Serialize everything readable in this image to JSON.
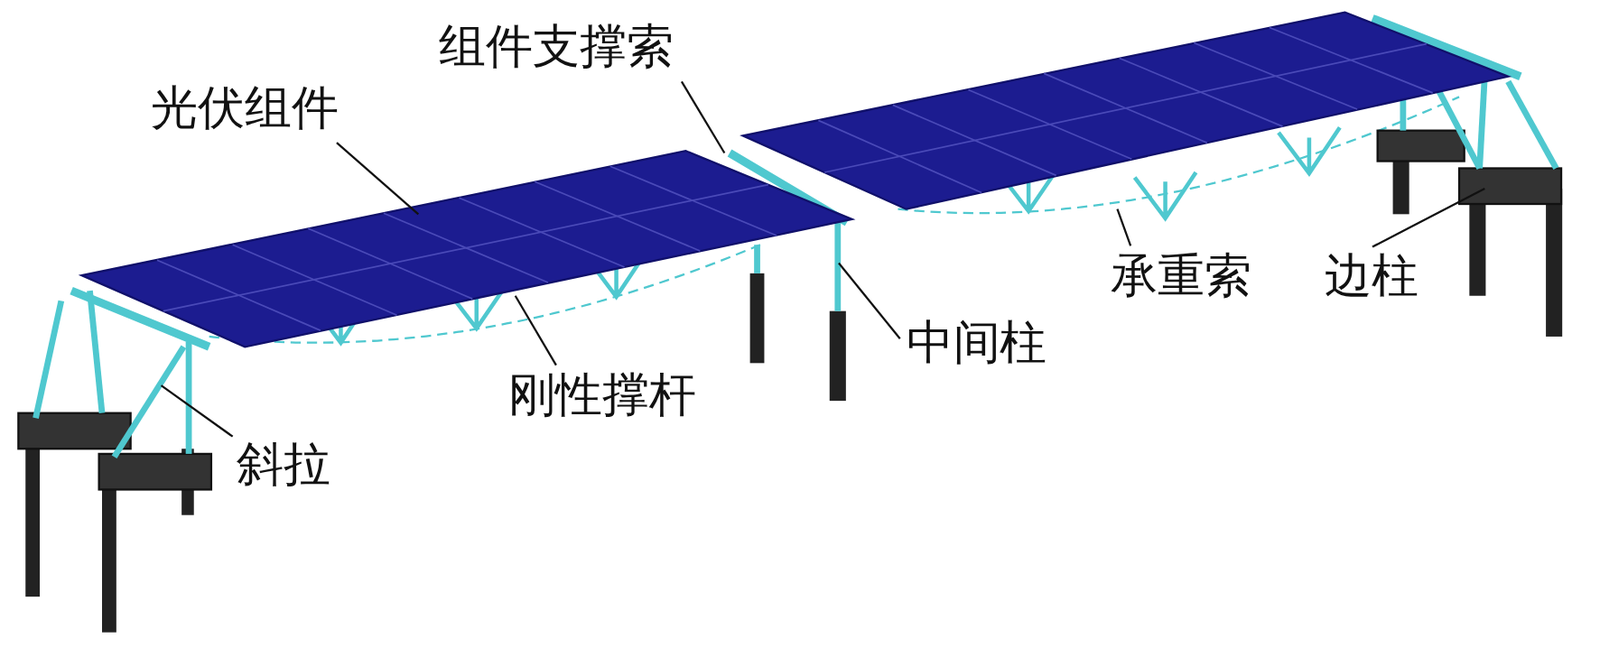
{
  "diagram": {
    "labels": [
      "组件支撑索",
      "光伏组件",
      "承重索",
      "边柱",
      "中间柱",
      "刚性撑杆",
      "斜拉"
    ]
  }
}
